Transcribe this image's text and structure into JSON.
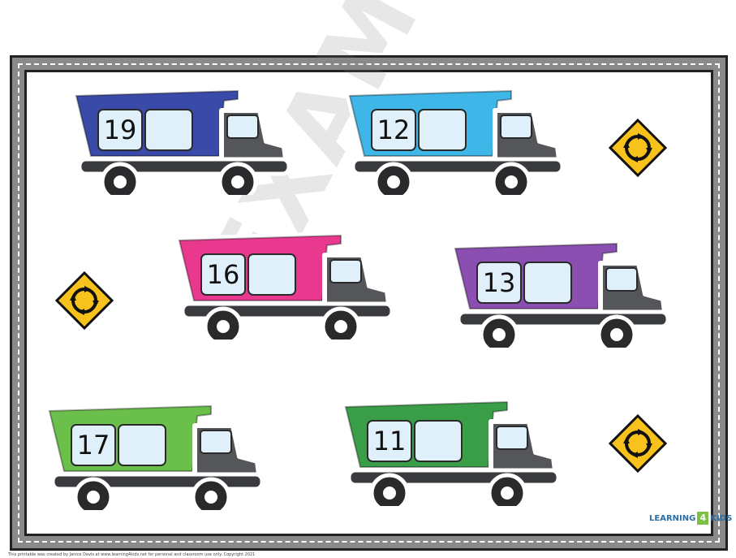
{
  "trucks": [
    {
      "number": "19",
      "color": "#3a4aa8"
    },
    {
      "number": "12",
      "color": "#3fb6e8"
    },
    {
      "number": "16",
      "color": "#e8398f"
    },
    {
      "number": "13",
      "color": "#8a4fb0"
    },
    {
      "number": "17",
      "color": "#6ac04a"
    },
    {
      "number": "11",
      "color": "#3a9e48"
    }
  ],
  "watermark": "EXAMPLE",
  "footer": "This printable was created by Janice Davis at www.learning4kids.net for personal and classroom use only. Copyright 2021",
  "logo": {
    "left": "LEARNING",
    "mid": "4",
    "right": "KIDS"
  },
  "signs": [
    "roundabout-sign",
    "roundabout-sign",
    "roundabout-sign"
  ]
}
